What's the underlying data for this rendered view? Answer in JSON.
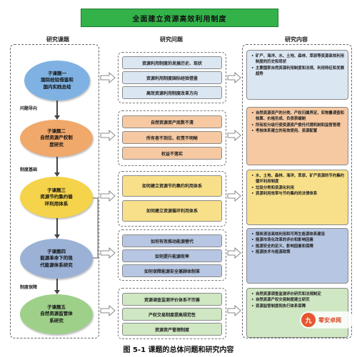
{
  "title": "全面建立资源高效利用制度",
  "columns": {
    "topics": "研究课题",
    "questions": "研究问题",
    "contents": "研究内容"
  },
  "topics": [
    {
      "lines": [
        "子课题一",
        "国际经验借鉴和",
        "国内实践总结"
      ],
      "color": "#7fb2e2"
    },
    {
      "lines": [
        "子课题二",
        "自然资源产权制",
        "度研究"
      ],
      "color": "#f0a86b"
    },
    {
      "lines": [
        "子课题三",
        "资源节约集约循",
        "环利用体系"
      ],
      "color": "#f5d34a"
    },
    {
      "lines": [
        "子课题四",
        "能源革命下的现",
        "代能源体系研究"
      ],
      "color": "#9bb2d6"
    },
    {
      "lines": [
        "子课题五",
        "自然资源监管体",
        "系研究"
      ],
      "color": "#9ed08a"
    }
  ],
  "flow_labels": [
    "问题导向",
    "制度基础",
    "制度保障"
  ],
  "questions": [
    [
      "资源利用制度的发展历史、现状",
      "资源利用制度国际经验借鉴",
      "高效资源利用制度改革方向"
    ],
    [
      "自然资源资产底数不清",
      "所有者不到位、权责不明晰",
      "权益不落实"
    ],
    [
      "如何建立资源节约集约利用体系",
      "如何建立资源循环利用体系"
    ],
    [
      "如何有效推动能源替代",
      "如何提升能源效率",
      "如何保障能源安全兼顾体制革"
    ],
    [
      "资源调查监测评价体系不完善",
      "产权交易制度提高规范性",
      "资源资产管理制度"
    ]
  ],
  "question_colors": [
    "#dbe6f3",
    "#f6c9a3",
    "#f8e08a",
    "#b7c6e2",
    "#cfe7c2"
  ],
  "content_colors": [
    "#dbe6f3",
    "#f6c9a3",
    "#f8e08a",
    "#b7c6e2",
    "#cfe7c2"
  ],
  "contents": [
    [
      "矿产、海洋、水、土地、森林、草原等资源高效利用制度的历史和现状",
      "主要国家自然资源利用制度和法规、利用特征和发展趋势"
    ],
    [
      "自然资源资产的分类、产权归属界定、实物量调查和核算、价格形成、负债表编制",
      "所有权分级行使资源资产委托代理机制和监管管理",
      "考核体系建立的有效使用、资源配置"
    ],
    [
      "水、土地、森林、海洋、草原、矿产资源的节约集约循环利用制度",
      "垃圾分类和资源化利用",
      "资源利用效率与节约集约的法律体系"
    ],
    [
      "煤炭清洁高效利用和可再生能源体系建设",
      "能源市场化改革的评价和影响因素",
      "能源安全的定义、影响因素和保障",
      "能源技术与能源政策"
    ],
    [
      "自然资源调查监测评价研究和法规制定",
      "自然资源产权交易制度建立研究",
      "资源监管制度和执行体系保障"
    ]
  ],
  "caption": "图 5-1   课题的总体问题和研究内容",
  "watermark": {
    "logo": "九",
    "text": "零安卓网"
  }
}
